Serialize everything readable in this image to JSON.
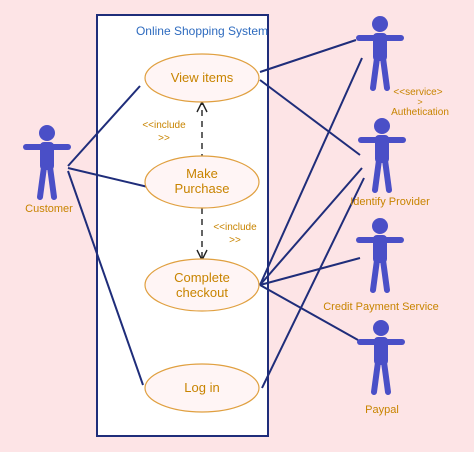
{
  "system": {
    "title": "Online Shopping System"
  },
  "use_cases": {
    "view_items": "View items",
    "make_purchase": [
      "Make",
      "Purchase"
    ],
    "complete_checkout": [
      "Complete",
      "checkout"
    ],
    "log_in": "Log in"
  },
  "relations": {
    "include_1": [
      "<<include",
      ">>"
    ],
    "include_2": [
      "<<include",
      ">>"
    ]
  },
  "actors": {
    "customer": "Customer",
    "authentication_stereotype": "<<service>",
    "authentication_stereotype_tail": ">",
    "authentication": "Authetication",
    "identify_provider": "Identify Provider",
    "credit_payment": "Credit Payment Service",
    "paypal": "Paypal"
  },
  "colors": {
    "background": "#fde4e6",
    "system_box_fill": "#ffffff",
    "line": "#1f2d7a",
    "actor": "#4a4fc7",
    "usecase_stroke": "#e0a040",
    "usecase_fill": "#fff5f5",
    "label_orange": "#c88400",
    "title_blue": "#2e6bbf"
  }
}
